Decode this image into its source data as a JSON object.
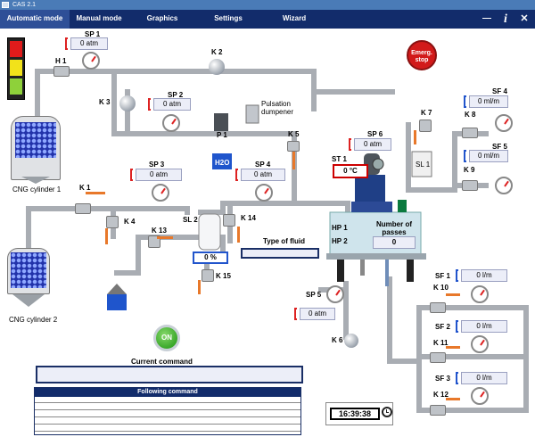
{
  "window": {
    "title": "CAS 2.1"
  },
  "menu": [
    {
      "label": "Automatic mode"
    },
    {
      "label": "Manual mode"
    },
    {
      "label": "Graphics"
    },
    {
      "label": "Settings"
    },
    {
      "label": "Wizard"
    }
  ],
  "window_controls": {
    "minimize": "—",
    "info": "i",
    "close": "✕"
  },
  "emergency": {
    "line1": "Emerg.",
    "line2": "stop"
  },
  "cylinders": {
    "c1": "CNG cylinder 1",
    "c2": "CNG cylinder 2"
  },
  "sp": {
    "sp1": {
      "label": "SP 1",
      "value": "0 atm"
    },
    "sp2": {
      "label": "SP 2",
      "value": "0 atm"
    },
    "sp3": {
      "label": "SP 3",
      "value": "0 atm"
    },
    "sp4": {
      "label": "SP 4",
      "value": "0 atm"
    },
    "sp5": {
      "label": "SP 5",
      "value": "0 atm"
    },
    "sp6": {
      "label": "SP 6",
      "value": "0 atm"
    }
  },
  "st1": {
    "label": "ST 1",
    "value": "0 °C"
  },
  "sf": {
    "sf1": {
      "label": "SF 1",
      "value": "0 l/m"
    },
    "sf2": {
      "label": "SF 2",
      "value": "0 l/m"
    },
    "sf3": {
      "label": "SF 3",
      "value": "0 l/m"
    },
    "sf4": {
      "label": "SF 4",
      "value": "0 ml/m"
    },
    "sf5": {
      "label": "SF 5",
      "value": "0 ml/m"
    }
  },
  "valves": {
    "h1": "H 1",
    "k1": "K 1",
    "k2": "K 2",
    "k3": "K 3",
    "k4": "K 4",
    "k5": "K 5",
    "k6": "K 6",
    "k7": "K 7",
    "k8": "K 8",
    "k9": "K 9",
    "k10": "K 10",
    "k11": "K 11",
    "k12": "K 12",
    "k13": "K 13",
    "k14": "K 14",
    "k15": "K 15"
  },
  "pump": {
    "label": "P 1",
    "tank": "H2O"
  },
  "pulsation": {
    "line1": "Pulsation",
    "line2": "dumpener"
  },
  "sl1": {
    "label": "SL 1"
  },
  "sl2": {
    "label": "SL 2",
    "value": "0 %"
  },
  "fluid": {
    "label": "Type of fluid",
    "value": ""
  },
  "press": {
    "hp1": "HP 1",
    "hp2": "HP 2",
    "passes_label1": "Number of",
    "passes_label2": "passes",
    "passes_value": "0"
  },
  "on_button": {
    "label": "ON"
  },
  "current_command": {
    "label": "Current command",
    "value": ""
  },
  "following_command": {
    "label": "Following command"
  },
  "clock": {
    "time": "16:39:38"
  },
  "colors": {
    "menubar": "#122c6b",
    "accent_red": "#d22222",
    "accent_blue": "#2255cc",
    "on_green": "#3aa82a"
  }
}
